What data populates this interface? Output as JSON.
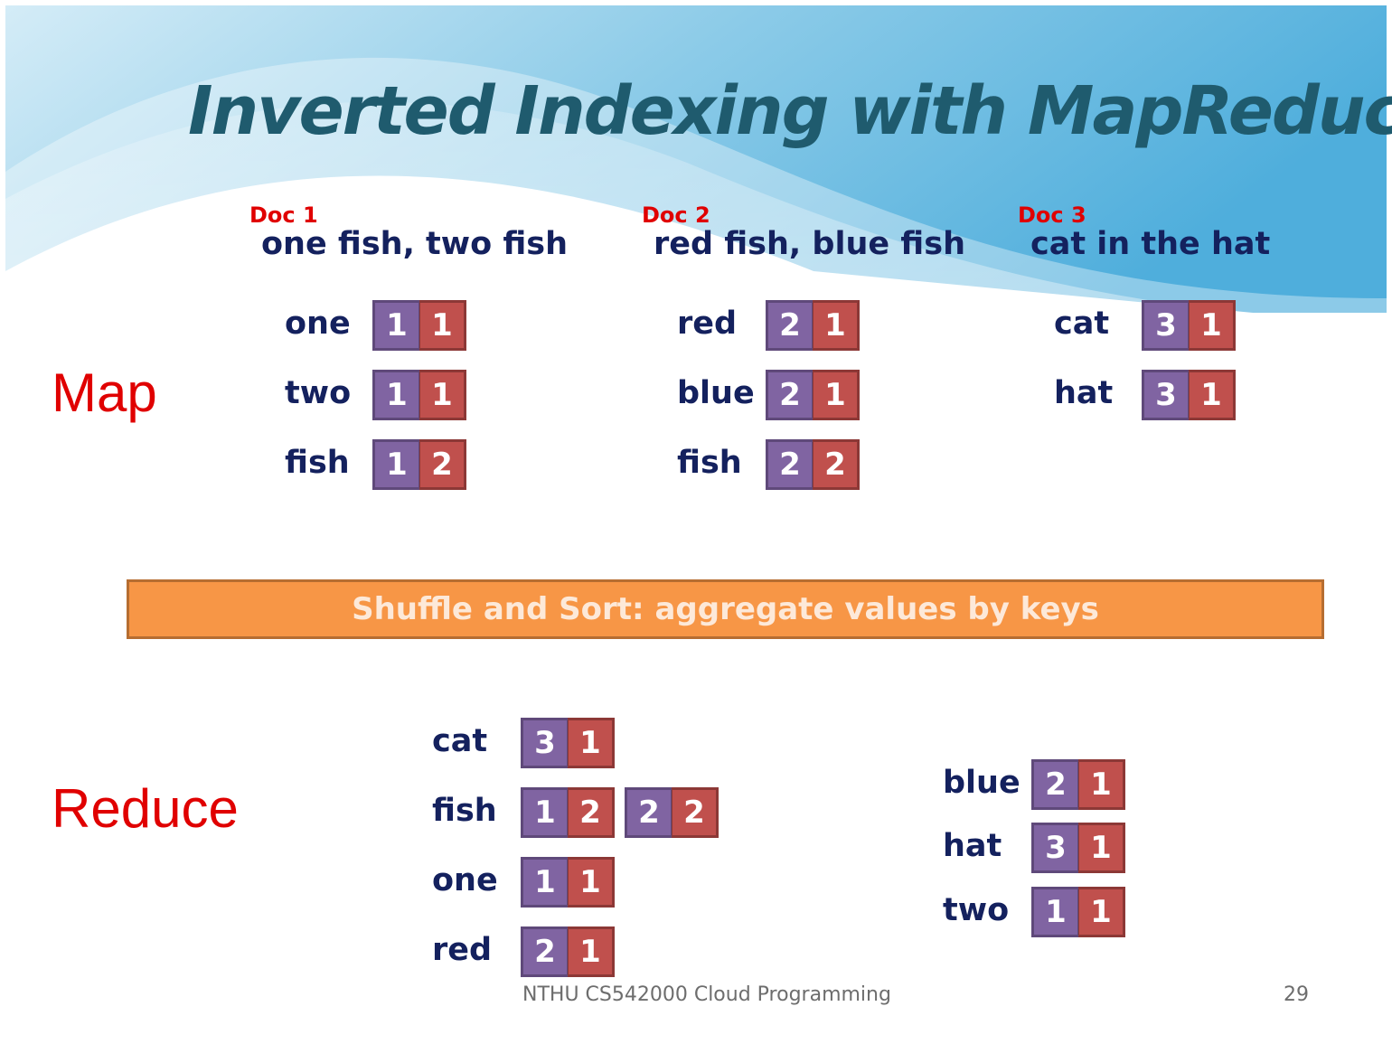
{
  "slide": {
    "title": "Inverted Indexing with MapReduce",
    "footer": "NTHU CS542000 Cloud Programming",
    "page_number": "29",
    "colors": {
      "doc_id_cell": "#8064a2",
      "tf_cell": "#c0504d",
      "phase_label": "#e00000",
      "shuffle_bar": "#f79646"
    }
  },
  "map": {
    "label": "Map",
    "documents": [
      {
        "label": "Doc 1",
        "text": "one fish, two fish",
        "postings": [
          {
            "term": "one",
            "doc": "1",
            "tf": "1"
          },
          {
            "term": "two",
            "doc": "1",
            "tf": "1"
          },
          {
            "term": "fish",
            "doc": "1",
            "tf": "2"
          }
        ]
      },
      {
        "label": "Doc 2",
        "text": "red fish, blue fish",
        "postings": [
          {
            "term": "red",
            "doc": "2",
            "tf": "1"
          },
          {
            "term": "blue",
            "doc": "2",
            "tf": "1"
          },
          {
            "term": "fish",
            "doc": "2",
            "tf": "2"
          }
        ]
      },
      {
        "label": "Doc 3",
        "text": "cat in the hat",
        "postings": [
          {
            "term": "cat",
            "doc": "3",
            "tf": "1"
          },
          {
            "term": "hat",
            "doc": "3",
            "tf": "1"
          }
        ]
      }
    ]
  },
  "shuffle": {
    "label": "Shuffle and Sort: aggregate values by keys"
  },
  "reduce": {
    "label": "Reduce",
    "left": [
      {
        "term": "cat",
        "postings": [
          {
            "doc": "3",
            "tf": "1"
          }
        ]
      },
      {
        "term": "fish",
        "postings": [
          {
            "doc": "1",
            "tf": "2"
          },
          {
            "doc": "2",
            "tf": "2"
          }
        ]
      },
      {
        "term": "one",
        "postings": [
          {
            "doc": "1",
            "tf": "1"
          }
        ]
      },
      {
        "term": "red",
        "postings": [
          {
            "doc": "2",
            "tf": "1"
          }
        ]
      }
    ],
    "right": [
      {
        "term": "blue",
        "postings": [
          {
            "doc": "2",
            "tf": "1"
          }
        ]
      },
      {
        "term": "hat",
        "postings": [
          {
            "doc": "3",
            "tf": "1"
          }
        ]
      },
      {
        "term": "two",
        "postings": [
          {
            "doc": "1",
            "tf": "1"
          }
        ]
      }
    ]
  }
}
